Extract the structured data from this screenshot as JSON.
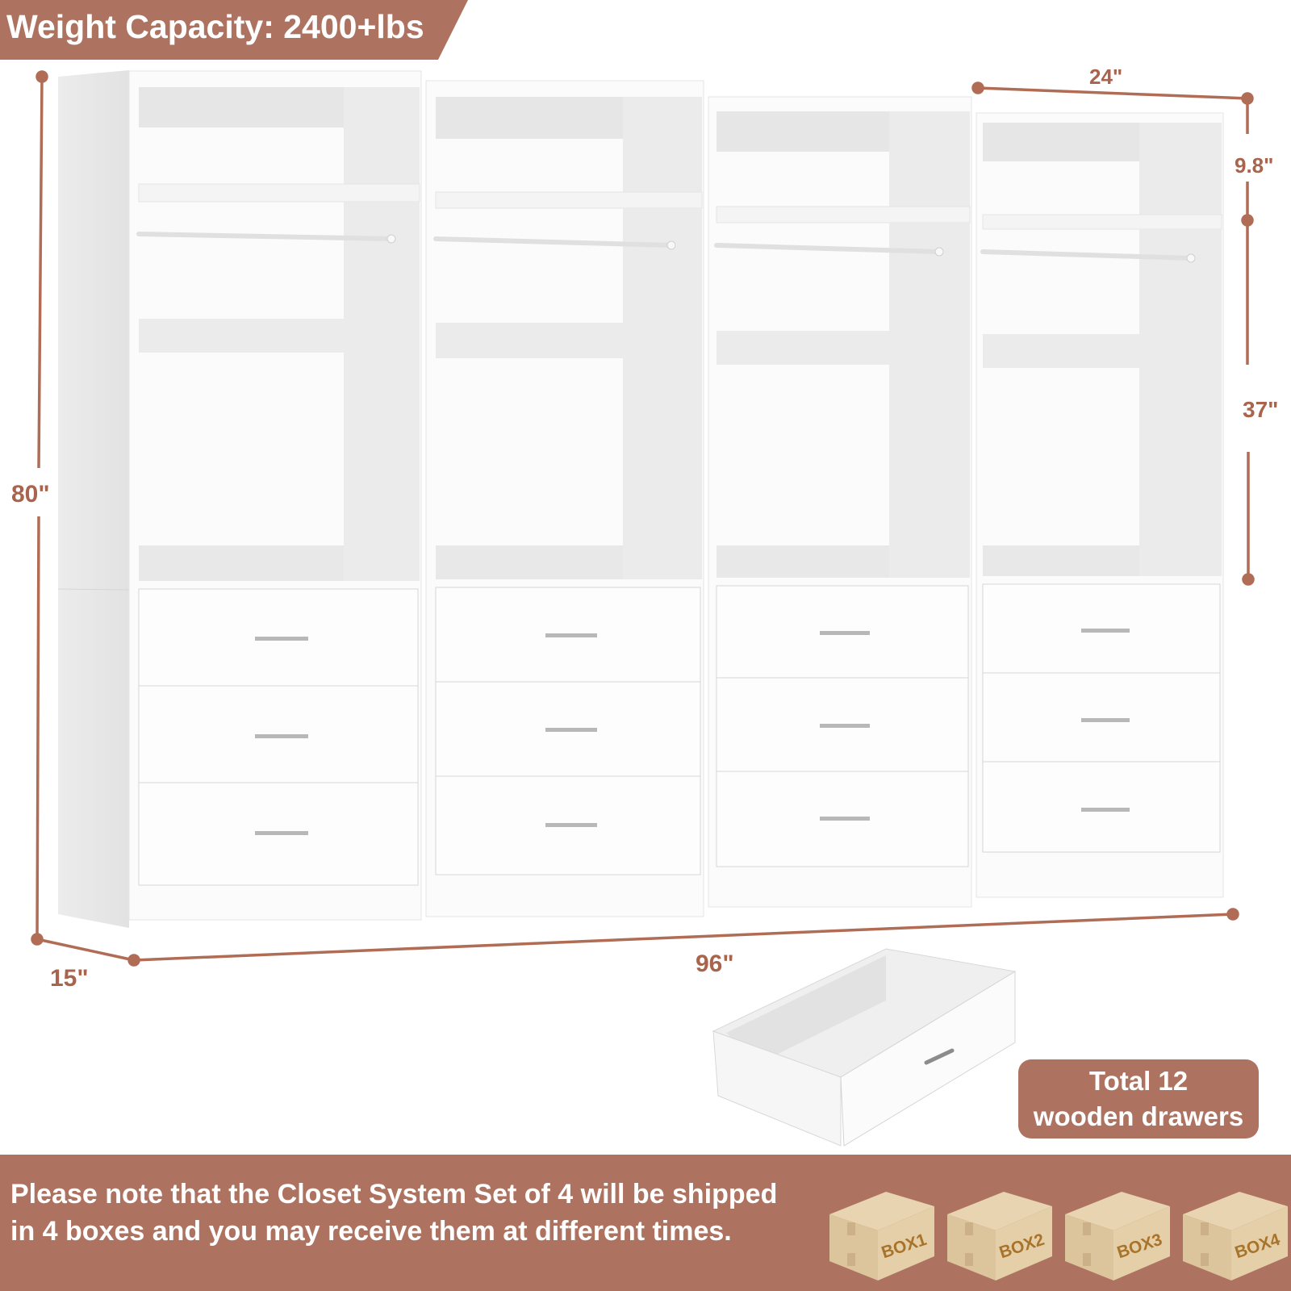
{
  "header": {
    "weight_capacity": "Weight Capacity: 2400+lbs"
  },
  "colors": {
    "accent": "#ad7360",
    "dimension_text": "#a8644c",
    "cabinet": "#ffffff",
    "cabinet_shade": "#e6e6e6",
    "box": "#dcc39b",
    "box_label": "#a8732a"
  },
  "dimensions": {
    "height": "80\"",
    "depth": "15\"",
    "width_total": "96\"",
    "unit_width": "24\"",
    "top_shelf_height": "9.8\"",
    "hanging_height": "37\""
  },
  "product": {
    "units": 4,
    "drawers_per_unit": 3
  },
  "badge": {
    "line1": "Total 12",
    "line2": "wooden drawers"
  },
  "footer": {
    "line1": "Please note that the Closet System Set of 4 will be shipped",
    "line2": "in 4 boxes and you may receive them at different times.",
    "boxes": [
      "BOX1",
      "BOX2",
      "BOX3",
      "BOX4"
    ]
  }
}
